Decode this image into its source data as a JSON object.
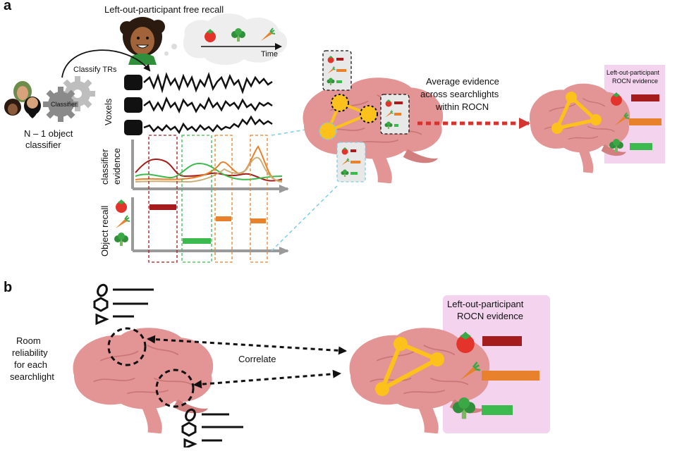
{
  "panel_a": {
    "letter": "a",
    "title": "Left-out-participant free recall",
    "time_label": "Time",
    "classify_label": "Classify TRs",
    "classifier_gear_label": "Classifier",
    "classifier_caption_line1": "N – 1 object",
    "classifier_caption_line2": "classifier",
    "voxels_label": "Voxels",
    "evidence_label_line1": "classifier",
    "evidence_label_line2": "evidence",
    "recall_label": "Object recall",
    "average_line1": "Average evidence",
    "average_line2": "across searchlights",
    "average_line3": "within ROCN",
    "result_title_line1": "Left-out-participant",
    "result_title_line2": "ROCN evidence"
  },
  "panel_b": {
    "letter": "b",
    "reliability_line1": "Room",
    "reliability_line2": "reliability",
    "reliability_line3": "for each",
    "reliability_line4": "searchlight",
    "correlate_label": "Correlate",
    "result_title_line1": "Left-out-participant",
    "result_title_line2": "ROCN evidence"
  },
  "colors": {
    "brain": "#e39494",
    "brain_dark": "#c97676",
    "pink_box": "#f3d3ee",
    "tomato": "#a51c1c",
    "carrot": "#e8812c",
    "broccoli": "#3dba4d",
    "node": "#fcc21b",
    "red_arrow": "#d63230",
    "cyan": "#7ecde3"
  },
  "icons": [
    "tomato-icon",
    "broccoli-icon",
    "carrot-icon",
    "gear-icon",
    "brain-icon",
    "person-icon",
    "arrow-icon"
  ]
}
